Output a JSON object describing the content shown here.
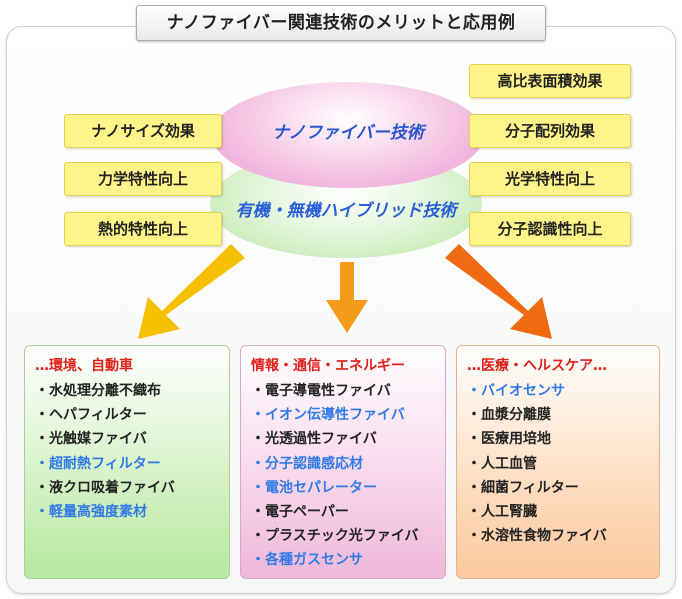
{
  "title": "ナノファイバー関連技術のメリットと応用例",
  "ellipses": {
    "top": "ナノファイバー技術",
    "bottom": "有機・無機ハイブリッド技術"
  },
  "left_tags": [
    "ナノサイズ効果",
    "力学特性向上",
    "熱的特性向上"
  ],
  "right_tags": [
    "高比表面積効果",
    "分子配列効果",
    "光学特性向上",
    "分子認識性向上"
  ],
  "colors": {
    "box_heading": "#e0201a",
    "highlight_item": "#2f7ae6",
    "arrow_left": "#f6c000",
    "arrow_center": "#f59a1a",
    "arrow_right": "#ef6a12"
  },
  "boxes": [
    {
      "heading": "…環境、自動車",
      "items": [
        {
          "text": "・水処理分離不織布",
          "highlight": false
        },
        {
          "text": "・ヘパフィルター",
          "highlight": false
        },
        {
          "text": "・光触媒ファイバ",
          "highlight": false
        },
        {
          "text": "・超耐熱フィルター",
          "highlight": true
        },
        {
          "text": "・液クロ吸着ファイバ",
          "highlight": false
        },
        {
          "text": "・軽量高強度素材",
          "highlight": true
        }
      ]
    },
    {
      "heading": "情報・通信・エネルギー",
      "items": [
        {
          "text": "・電子導電性ファイバ",
          "highlight": false
        },
        {
          "text": "・イオン伝導性ファイバ",
          "highlight": true
        },
        {
          "text": "・光透過性ファイバ",
          "highlight": false
        },
        {
          "text": "・分子認識感応材",
          "highlight": true
        },
        {
          "text": "・電池セパレーター",
          "highlight": true
        },
        {
          "text": "・電子ペーパー",
          "highlight": false
        },
        {
          "text": "・プラスチック光ファイバ",
          "highlight": false
        },
        {
          "text": "・各種ガスセンサ",
          "highlight": true
        }
      ]
    },
    {
      "heading": "…医療・ヘルスケア…",
      "items": [
        {
          "text": "・バイオセンサ",
          "highlight": true
        },
        {
          "text": "・血漿分離膜",
          "highlight": false
        },
        {
          "text": "・医療用培地",
          "highlight": false
        },
        {
          "text": "・人工血管",
          "highlight": false
        },
        {
          "text": "・細菌フィルター",
          "highlight": false
        },
        {
          "text": "・人工腎臓",
          "highlight": false
        },
        {
          "text": "・水溶性食物ファイバ",
          "highlight": false
        }
      ]
    }
  ]
}
